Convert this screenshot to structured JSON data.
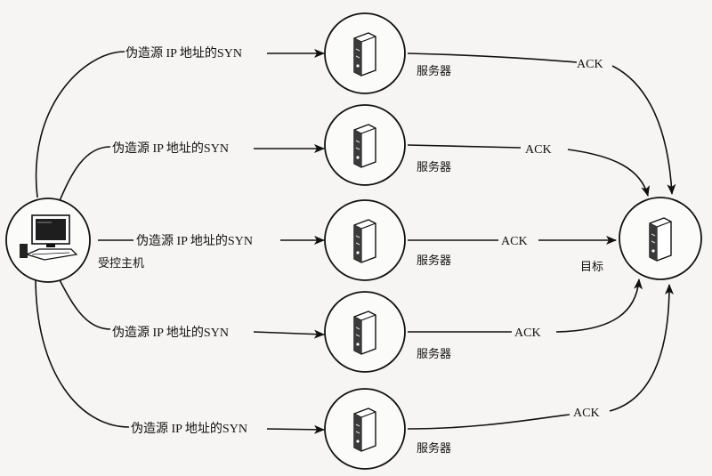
{
  "diagram": {
    "host_label": "受控主机",
    "target_label": "目标",
    "server_label": "服务器",
    "syn_labels": [
      "伪造源 IP 地址的SYN",
      "伪造源 IP 地址的SYN",
      "伪造源 IP 地址的SYN",
      "伪造源 IP 地址的SYN",
      "伪造源 IP 地址的SYN"
    ],
    "ack_label": "ACK",
    "icons": {
      "host": "desktop-computer-icon",
      "server": "server-tower-icon",
      "target": "server-tower-icon"
    }
  }
}
